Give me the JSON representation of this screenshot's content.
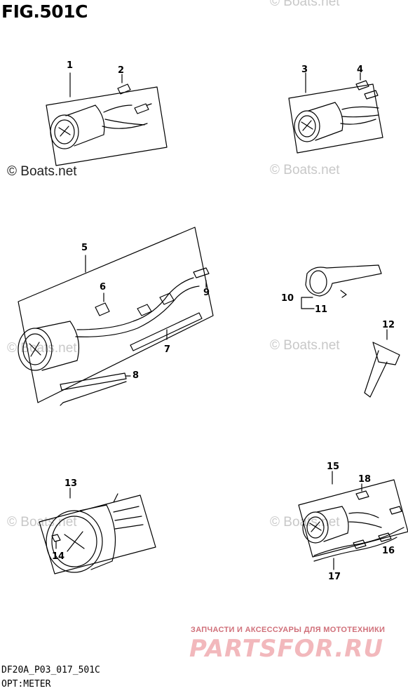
{
  "figure": {
    "title": "FIG.501C",
    "code": "DF20A_P03_017_501C",
    "subtitle": "OPT:METER"
  },
  "watermark": {
    "text": "© Boats.net"
  },
  "brand": {
    "tagline": "ЗАПЧАСТИ И АКСЕССУАРЫ ДЛЯ МОТОТЕХНИКИ",
    "logo": "PARTSFOR.RU"
  },
  "parts": {
    "p1": "1",
    "p2": "2",
    "p3": "3",
    "p4": "4",
    "p5": "5",
    "p6": "6",
    "p7": "7",
    "p8": "8",
    "p9": "9",
    "p10": "10",
    "p11": "11",
    "p12": "12",
    "p13": "13",
    "p14": "14",
    "p15": "15",
    "p16": "16",
    "p17": "17",
    "p18": "18"
  },
  "colors": {
    "line": "#000000",
    "watermark": "#c8c8c8",
    "brand": "#f2b8bc"
  }
}
